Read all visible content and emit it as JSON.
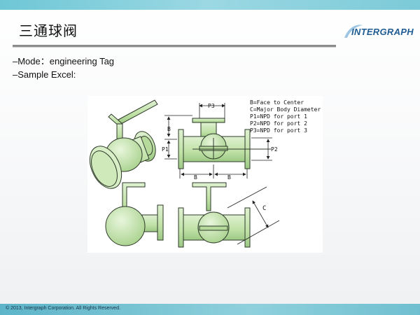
{
  "slide": {
    "title": "三通球阀",
    "logo_text": "INTERGRAPH",
    "bullets": [
      "–Mode：engineering Tag",
      "–Sample Excel:"
    ],
    "footer": "© 2013, Intergraph Corporation. All Rights Reserved."
  },
  "figure": {
    "legend": [
      "B=Face to Center",
      "C=Major Body Diameter",
      "P1=NPD for port 1",
      "P2=NPD for port 2",
      "P3=NPD for port 3"
    ],
    "dimension_labels": {
      "p3": "P3",
      "b_vertical": "B",
      "p1": "P1",
      "p2": "P2",
      "b_left": "B",
      "b_right": "B",
      "c": "C"
    },
    "colors": {
      "valve_fill": "#c8e6b0",
      "valve_stroke": "#2e3a2a"
    }
  }
}
